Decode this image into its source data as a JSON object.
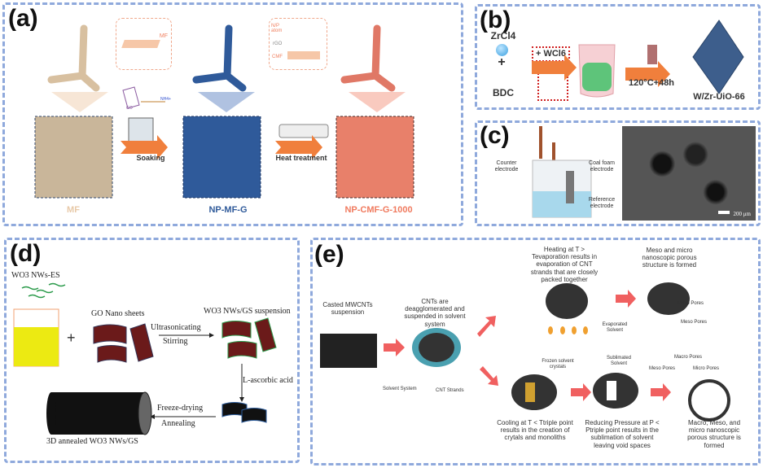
{
  "panel_a": {
    "label": "(a)",
    "inset_mf": "MF",
    "inset_np": "N/P atom",
    "inset_rgo": "rGO",
    "inset_cmf": "CMF",
    "step1": "Soaking",
    "step2": "Heat treatment",
    "mat1": "MF",
    "mat2": "NP-MF-G",
    "mat3": "NP-CMF-G-1000",
    "chem_go": "GO",
    "chem_nh4": "NH4+",
    "colors": {
      "mf": "#e8c9a8",
      "np_mf_g": "#2f5a9a",
      "np_cmf": "#f07a5e",
      "arrow": "#f07f3c"
    }
  },
  "panel_b": {
    "label": "(b)",
    "reagent1": "ZrCl4",
    "plus": "+",
    "reagent2": "BDC",
    "additive": "+ WCl6",
    "condition": "120°C+48h",
    "product": "W/Zr-UiO-66"
  },
  "panel_c": {
    "label": "(c)",
    "counter": "Counter electrode",
    "coal": "Coal foam electrode",
    "reference": "Reference electrode",
    "scale": "200 μm"
  },
  "panel_d": {
    "label": "(d)",
    "wo3": "WO3 NWs-ES",
    "plus": "+",
    "go": "GO Nano sheets",
    "step1a": "Ultrasonicating",
    "step1b": "Stirring",
    "susp": "WO3 NWs/GS suspension",
    "step2": "L-ascorbic acid",
    "step3a": "Freeze-drying",
    "step3b": "Annealing",
    "final": "3D annealed WO3 NWs/GS"
  },
  "panel_e": {
    "label": "(e)",
    "casted": "Casted MWCNTs suspension",
    "deagg": "CNTs are deagglomerated and suspended in solvent system",
    "solvent_system": "Solvent System",
    "cnt_strands": "CNT Strands",
    "heating": "Heating at T > Tevaporation results in evaporation of CNT strands that are closely packed together",
    "evaporated": "Evaporated Solvent",
    "meso_micro": "Meso and micro nanoscopic porous structure is formed",
    "micro_pores": "Micro Pores",
    "meso_pores": "Meso Pores",
    "frozen": "Frozen solvent crystals",
    "sublimated": "Sublimated Solvent",
    "macro_pores": "Macro Pores",
    "cooling": "Cooling at T < Ttriple point results in the creation of crytals and monoliths",
    "reducing": "Reducing Pressure at P < Ptriple point results in the sublimation of solvent leaving void spaces",
    "final": "Macro, Meso, and micro nanoscopic porous structure is formed"
  }
}
